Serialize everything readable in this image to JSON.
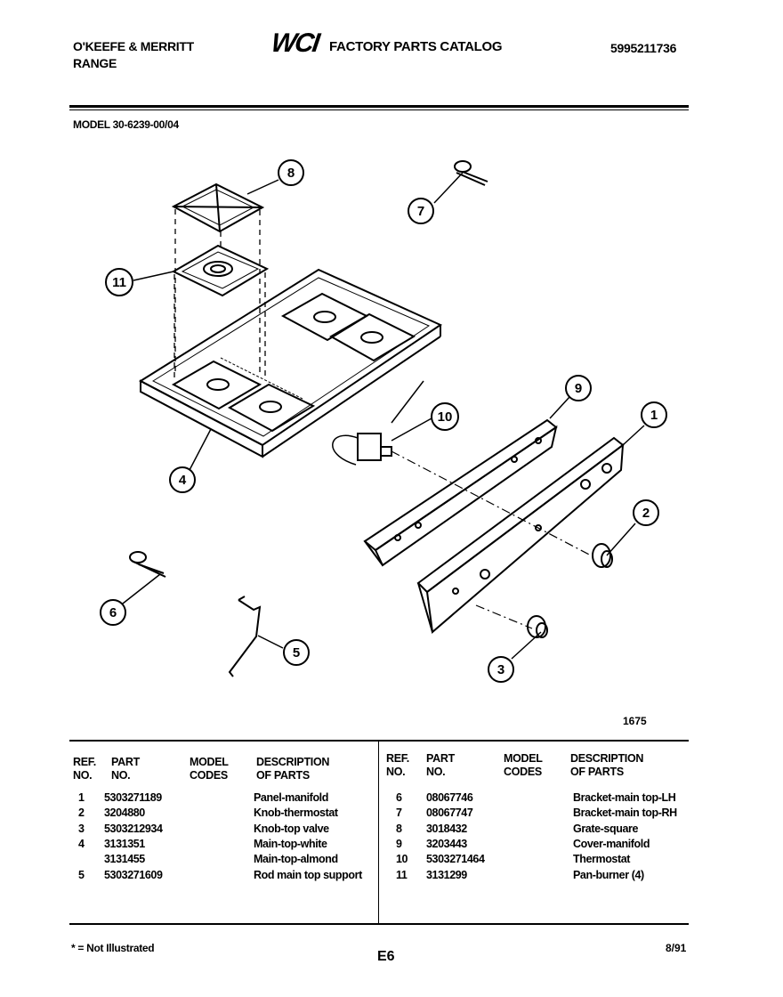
{
  "header": {
    "brand_line1": "O'KEEFE & MERRITT",
    "brand_line2": "RANGE",
    "logo_text": "WCI",
    "catalog_title": "FACTORY PARTS CATALOG",
    "catalog_number": "5995211736",
    "model_label": "MODEL 30-6239-00/04"
  },
  "diagram": {
    "drawing_number": "1675",
    "callouts": [
      "1",
      "2",
      "3",
      "4",
      "5",
      "6",
      "7",
      "8",
      "9",
      "10",
      "11"
    ]
  },
  "table": {
    "headers": {
      "ref": "REF.\nNO.",
      "part": "PART\nNO.",
      "model": "MODEL\nCODES",
      "desc": "DESCRIPTION\nOF PARTS"
    },
    "left_rows": [
      {
        "ref": "1",
        "part": "5303271189",
        "model": "",
        "desc": "Panel-manifold"
      },
      {
        "ref": "2",
        "part": "3204880",
        "model": "",
        "desc": "Knob-thermostat"
      },
      {
        "ref": "3",
        "part": "5303212934",
        "model": "",
        "desc": "Knob-top valve"
      },
      {
        "ref": "4",
        "part": "3131351",
        "model": "",
        "desc": "Main-top-white"
      },
      {
        "ref": "",
        "part": "3131455",
        "model": "",
        "desc": "Main-top-almond"
      },
      {
        "ref": "5",
        "part": "5303271609",
        "model": "",
        "desc": "Rod main top support"
      }
    ],
    "right_rows": [
      {
        "ref": "6",
        "part": "08067746",
        "model": "",
        "desc": "Bracket-main top-LH"
      },
      {
        "ref": "7",
        "part": "08067747",
        "model": "",
        "desc": "Bracket-main top-RH"
      },
      {
        "ref": "8",
        "part": "3018432",
        "model": "",
        "desc": "Grate-square"
      },
      {
        "ref": "9",
        "part": "3203443",
        "model": "",
        "desc": "Cover-manifold"
      },
      {
        "ref": "10",
        "part": "5303271464",
        "model": "",
        "desc": "Thermostat"
      },
      {
        "ref": "11",
        "part": "3131299",
        "model": "",
        "desc": "Pan-burner (4)"
      }
    ]
  },
  "footer": {
    "note": "* = Not Illustrated",
    "page_code": "E6",
    "date": "8/91"
  }
}
